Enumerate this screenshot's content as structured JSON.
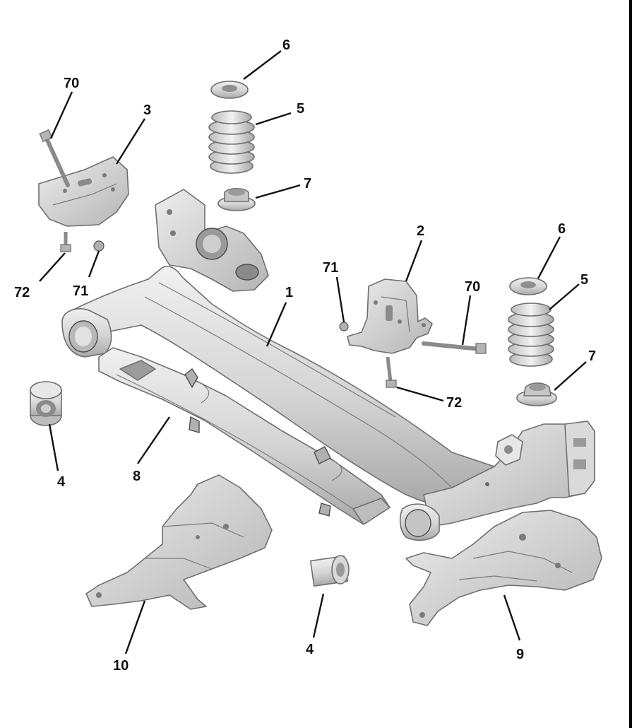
{
  "callouts": {
    "beam": "1",
    "bracket_right": "2",
    "bracket_left": "3",
    "bush_left": "4",
    "bush_lower": "4",
    "spring_left": "5",
    "spring_right": "5",
    "seat_top_left": "6",
    "seat_top_right": "6",
    "seat_bottom_left": "7",
    "seat_bottom_right": "7",
    "heat_shield": "8",
    "shield_right": "9",
    "shield_left": "10",
    "bolt_left": "70",
    "bolt_right": "70",
    "nut_left": "71",
    "nut_right": "71",
    "screw_left": "72",
    "screw_right": "72"
  },
  "colors": {
    "metal_light": "#e4e4e4",
    "metal_mid": "#c9c9c9",
    "metal_dark": "#9e9e9e",
    "label": "#111111",
    "frame_border": "#000000"
  }
}
